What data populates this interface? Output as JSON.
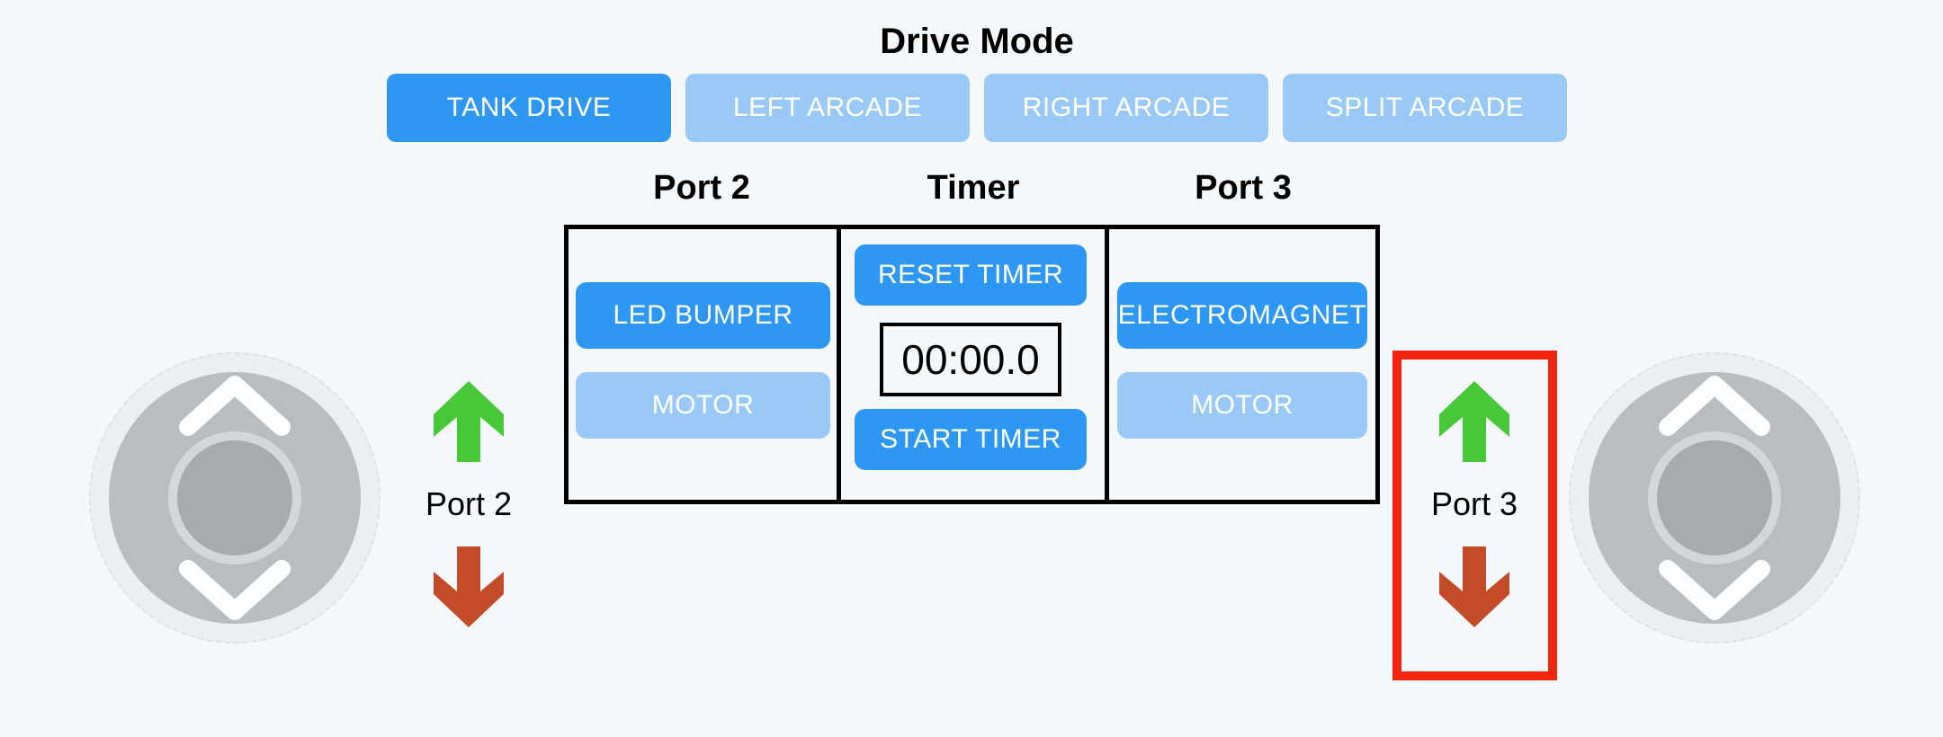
{
  "drive_mode": {
    "title": "Drive Mode",
    "buttons": [
      {
        "label": "TANK DRIVE",
        "active": true
      },
      {
        "label": "LEFT ARCADE",
        "active": false
      },
      {
        "label": "RIGHT ARCADE",
        "active": false
      },
      {
        "label": "SPLIT ARCADE",
        "active": false
      }
    ]
  },
  "control_board": {
    "port2": {
      "header": "Port 2",
      "buttons": [
        {
          "label": "LED BUMPER",
          "active": true
        },
        {
          "label": "MOTOR",
          "active": false
        }
      ]
    },
    "timer": {
      "header": "Timer",
      "reset_button": "RESET TIMER",
      "display": "00:00.0",
      "start_button": "START TIMER"
    },
    "port3": {
      "header": "Port 3",
      "buttons": [
        {
          "label": "ELECTROMAGNET",
          "active": true
        },
        {
          "label": "MOTOR",
          "active": false
        }
      ]
    }
  },
  "left_control": {
    "label": "Port 2",
    "up_icon": "green-up-block-arrow",
    "down_icon": "red-down-block-arrow"
  },
  "right_control": {
    "label": "Port 3",
    "up_icon": "green-up-block-arrow",
    "down_icon": "red-down-block-arrow",
    "highlighted": true
  },
  "colors": {
    "background": "#f5f8fa",
    "active_blue": "#2e96f3",
    "inactive_blue": "#9ac9f8",
    "green_arrow": "#46c838",
    "red_arrow": "#c44b28",
    "highlight_red": "#f1250f",
    "border_black": "#000000"
  }
}
